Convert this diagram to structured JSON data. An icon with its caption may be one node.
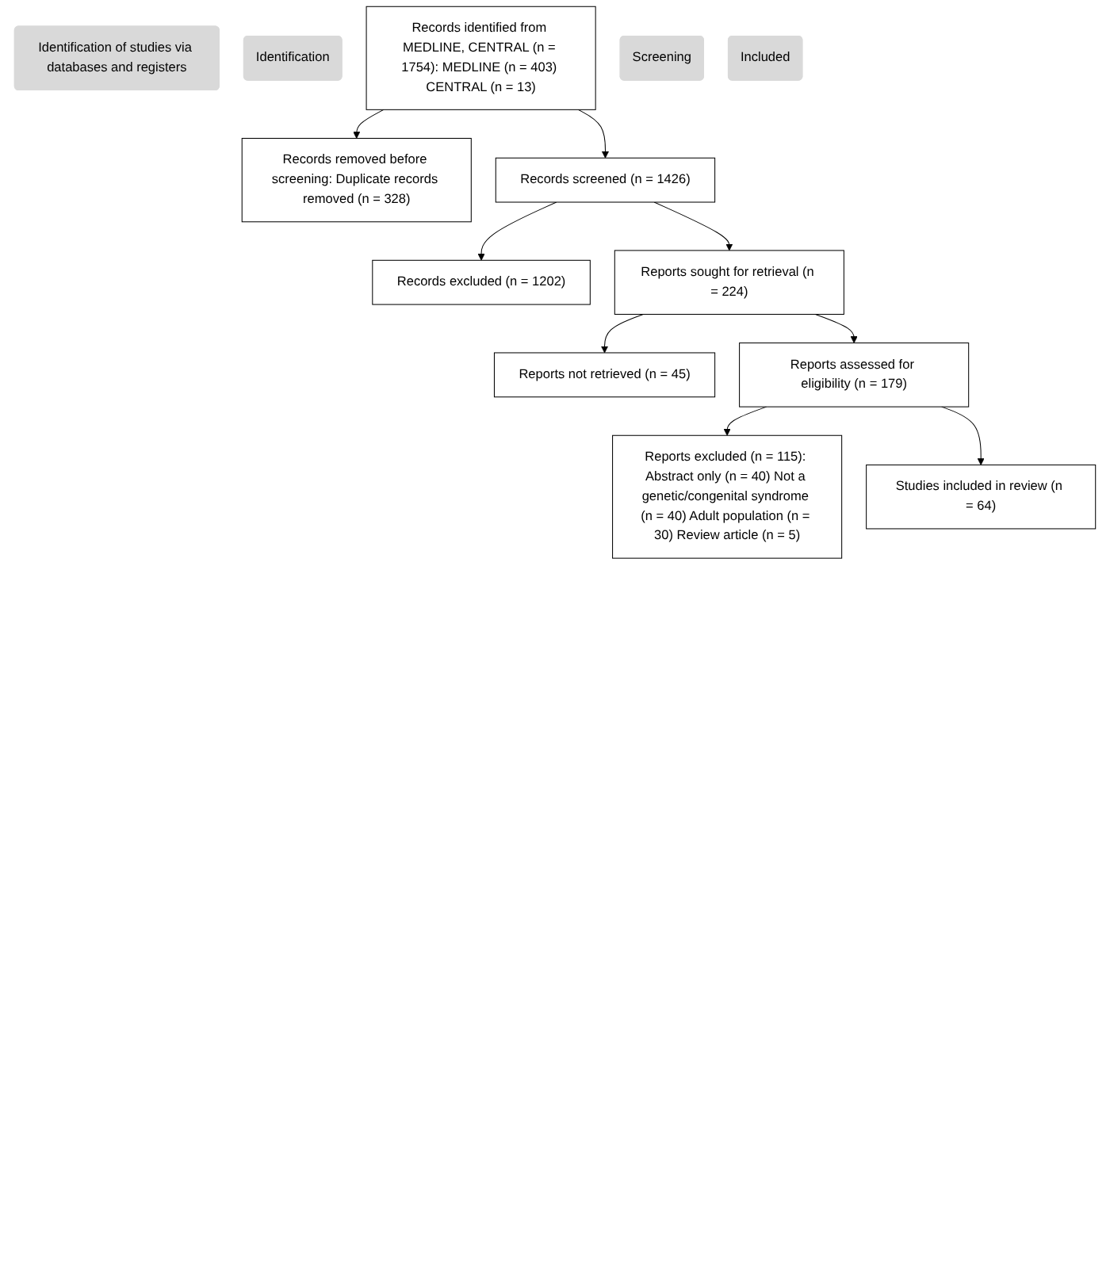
{
  "diagram": {
    "nodes": [
      {
        "text": [
          "Identification of studies via databases and registers"
        ]
      },
      {
        "text": [
          "Identification"
        ]
      },
      {
        "text": [
          "Records identified from MEDLINE, CENTRAL (n = 1754): MEDLINE (n = 403) CENTRAL (n = 13)"
        ]
      },
      {
        "text": [
          "Records removed before screening: Duplicate records removed (n = 328)"
        ]
      },
      {
        "text": [
          "Screening"
        ]
      },
      {
        "text": [
          "Records screened (n = 1426)"
        ]
      },
      {
        "text": [
          "Records excluded (n = 1202)"
        ]
      },
      {
        "text": [
          "Reports sought for retrieval (n = 224)"
        ]
      },
      {
        "text": [
          "Reports not retrieved (n = 45)"
        ]
      },
      {
        "text": [
          "Reports assessed for eligibility (n = 179)"
        ]
      },
      {
        "text": [
          "Reports excluded (n = 115): Abstract only (n = 40) Not a genetic/congenital syndrome (n = 40) Adult population (n = 30) Review article (n = 5)"
        ]
      },
      {
        "text": [
          "Included"
        ]
      },
      {
        "text": [
          "Studies included in review (n = 64)"
        ]
      }
    ],
    "edges": [
      {
        "from": 2,
        "to": 3,
        "arrow": "to"
      },
      {
        "from": 2,
        "to": 5,
        "arrow": "to"
      },
      {
        "from": 5,
        "to": 6,
        "arrow": "to"
      },
      {
        "from": 5,
        "to": 7,
        "arrow": "to"
      },
      {
        "from": 7,
        "to": 8,
        "arrow": "to"
      },
      {
        "from": 7,
        "to": 9,
        "arrow": "to"
      },
      {
        "from": 9,
        "to": 10,
        "arrow": "to"
      },
      {
        "from": 9,
        "to": 12,
        "arrow": "to"
      }
    ]
  }
}
